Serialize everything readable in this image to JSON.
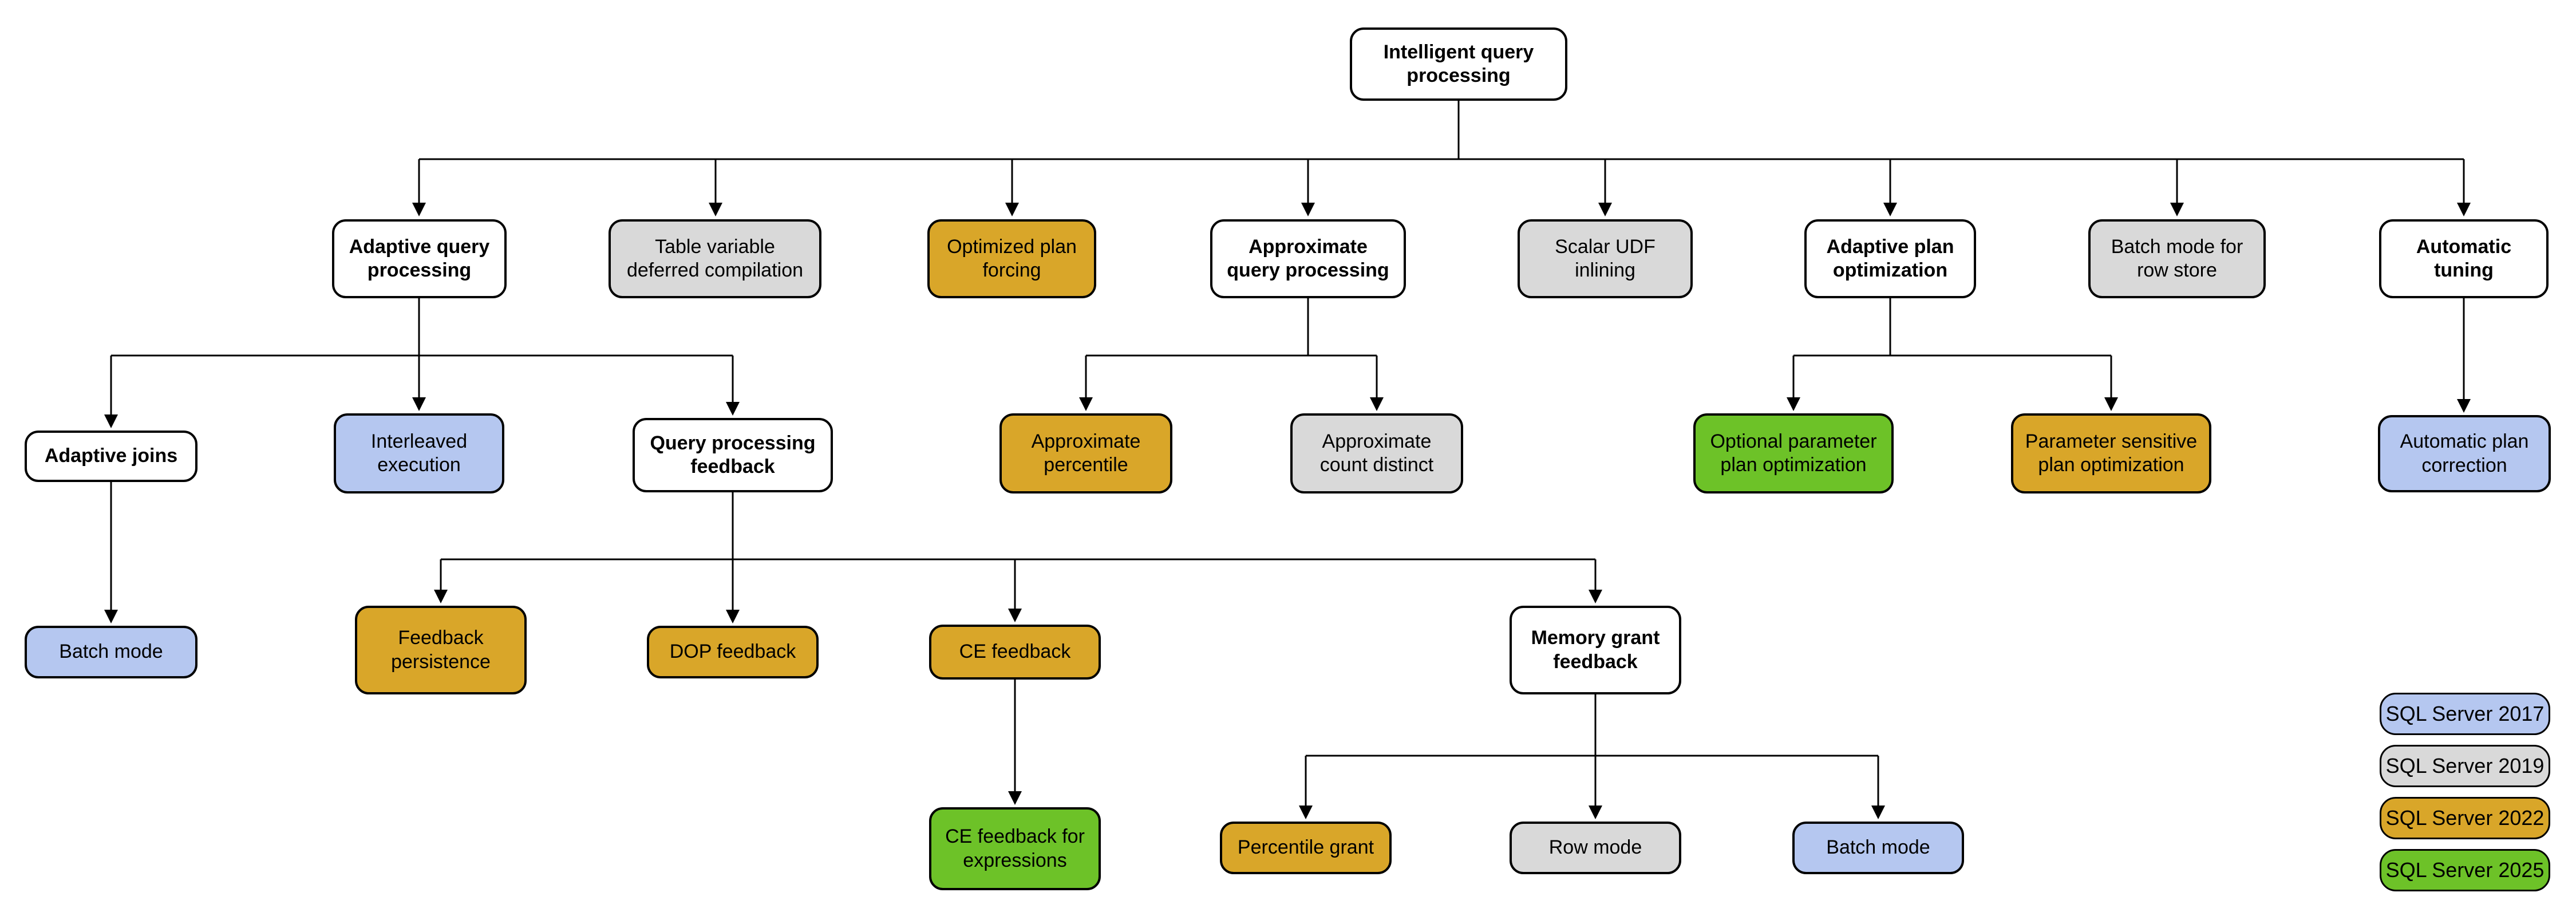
{
  "colors": {
    "plain": "#ffffff",
    "v2017": "#b5c7f0",
    "v2019": "#d9d9d9",
    "v2022": "#d9a629",
    "v2025": "#6dc228",
    "line": "#000000"
  },
  "nodes": {
    "iqp": {
      "label": "Intelligent query\nprocessing"
    },
    "aqp": {
      "label": "Adaptive query\nprocessing"
    },
    "tvdc": {
      "label": "Table variable\ndeferred compilation"
    },
    "opf": {
      "label": "Optimized plan\nforcing"
    },
    "apqp": {
      "label": "Approximate\nquery processing"
    },
    "sudf": {
      "label": "Scalar UDF\ninlining"
    },
    "apo": {
      "label": "Adaptive plan\noptimization"
    },
    "bmrs": {
      "label": "Batch mode for\nrow store"
    },
    "at": {
      "label": "Automatic\ntuning"
    },
    "aj": {
      "label": "Adaptive joins"
    },
    "ie": {
      "label": "Interleaved\nexecution"
    },
    "qpf": {
      "label": "Query processing\nfeedback"
    },
    "ap": {
      "label": "Approximate\npercentile"
    },
    "acd": {
      "label": "Approximate\ncount distinct"
    },
    "oppo": {
      "label": "Optional parameter\nplan optimization"
    },
    "pspo": {
      "label": "Parameter sensitive\nplan optimization"
    },
    "apc": {
      "label": "Automatic plan\ncorrection"
    },
    "bm1": {
      "label": "Batch mode"
    },
    "fp": {
      "label": "Feedback\npersistence"
    },
    "dop": {
      "label": "DOP feedback"
    },
    "cef": {
      "label": "CE feedback"
    },
    "mgf": {
      "label": "Memory grant\nfeedback"
    },
    "cefe": {
      "label": "CE feedback for\nexpressions"
    },
    "pg": {
      "label": "Percentile grant"
    },
    "rm": {
      "label": "Row mode"
    },
    "bm2": {
      "label": "Batch mode"
    }
  },
  "legend": {
    "items": [
      {
        "label": "SQL Server 2017",
        "color": "#b5c7f0"
      },
      {
        "label": "SQL Server 2019",
        "color": "#d9d9d9"
      },
      {
        "label": "SQL Server 2022",
        "color": "#d9a629"
      },
      {
        "label": "SQL Server 2025",
        "color": "#6dc228"
      }
    ]
  }
}
